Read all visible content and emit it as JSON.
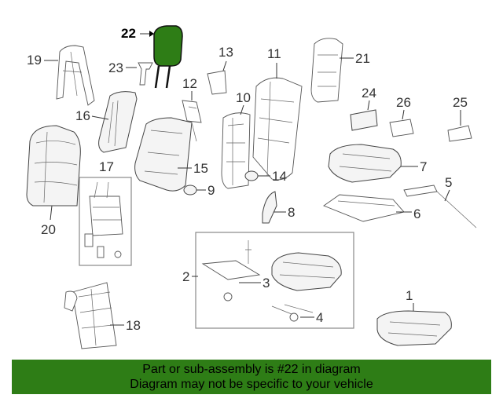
{
  "diagram": {
    "highlight_color": "#2e7d16",
    "highlighted_part": "22",
    "callouts": {
      "c1": "1",
      "c2": "2",
      "c3": "3",
      "c4": "4",
      "c5": "5",
      "c6": "6",
      "c7": "7",
      "c8": "8",
      "c9": "9",
      "c10": "10",
      "c11": "11",
      "c12": "12",
      "c13": "13",
      "c14": "14",
      "c15": "15",
      "c16": "16",
      "c17": "17",
      "c18": "18",
      "c19": "19",
      "c20": "20",
      "c21": "21",
      "c22": "22",
      "c23": "23",
      "c24": "24",
      "c25": "25",
      "c26": "26"
    }
  },
  "banner": {
    "line1": "Part or sub-assembly is #22 in diagram",
    "line2": "Diagram may not be specific to your vehicle",
    "background": "#2e7d16"
  }
}
